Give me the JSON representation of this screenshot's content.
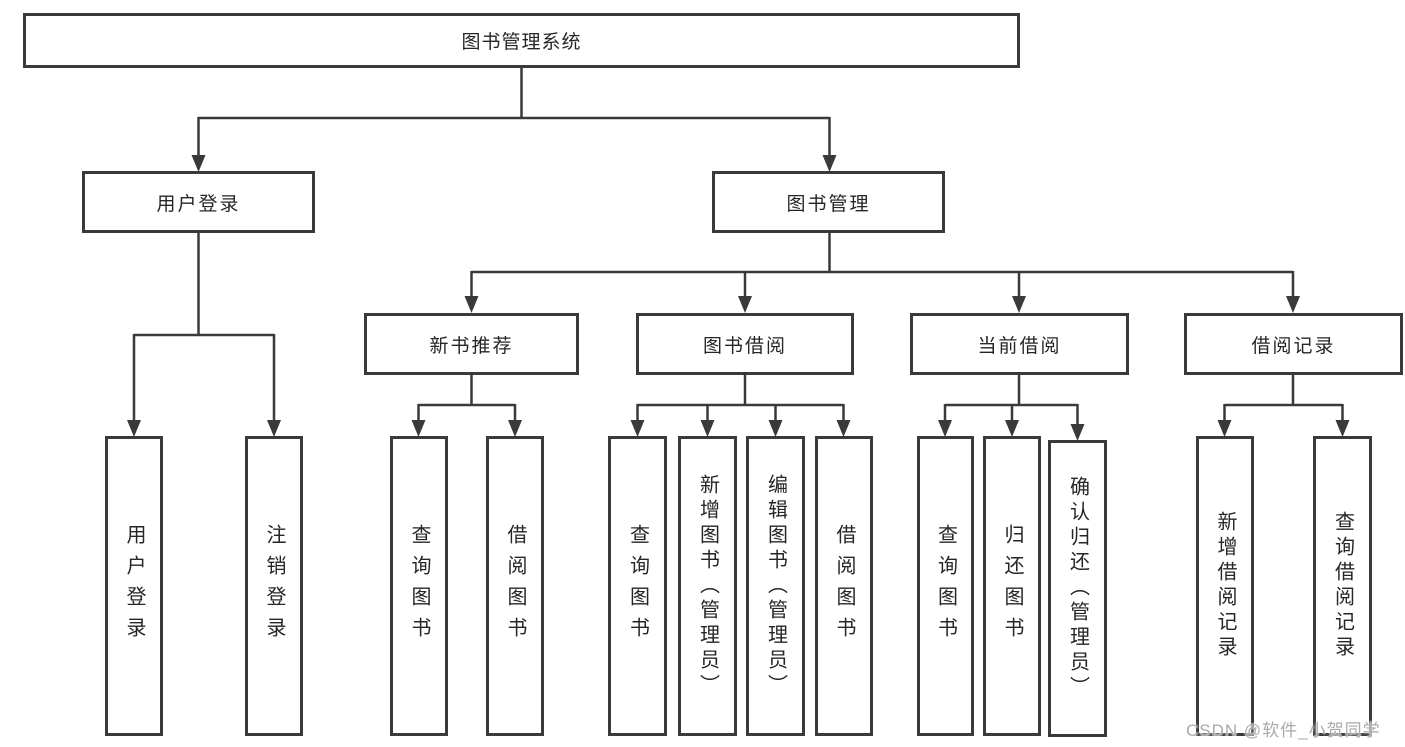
{
  "tree": {
    "root": {
      "label": "图书管理系统"
    },
    "branches": [
      {
        "label": "用户登录",
        "children": [
          {
            "label": "用户登录"
          },
          {
            "label": "注销登录"
          }
        ]
      },
      {
        "label": "图书管理",
        "children": [
          {
            "label": "新书推荐",
            "children": [
              {
                "label": "查询图书"
              },
              {
                "label": "借阅图书"
              }
            ]
          },
          {
            "label": "图书借阅",
            "children": [
              {
                "label": "查询图书"
              },
              {
                "label": "新增图书（管理员）"
              },
              {
                "label": "编辑图书（管理员）"
              },
              {
                "label": "借阅图书"
              }
            ]
          },
          {
            "label": "当前借阅",
            "children": [
              {
                "label": "查询图书"
              },
              {
                "label": "归还图书"
              },
              {
                "label": "确认归还（管理员）"
              }
            ]
          },
          {
            "label": "借阅记录",
            "children": [
              {
                "label": "新增借阅记录"
              },
              {
                "label": "查询借阅记录"
              }
            ]
          }
        ]
      }
    ]
  },
  "watermark": {
    "text": "CSDN @软件_小贺同学"
  },
  "colors": {
    "line": "#3a3a3a",
    "box_border": "#3a3a3a",
    "box_background": "#ffffff",
    "text": "#262626",
    "watermark": "#aaaaac",
    "background": "#ffffff"
  }
}
